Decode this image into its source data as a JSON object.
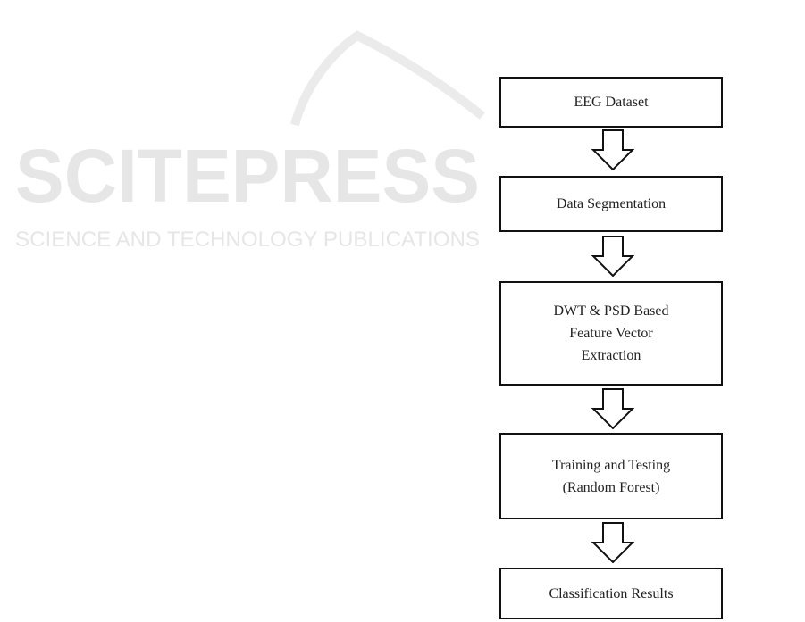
{
  "watermark": {
    "title": "SCITEPRESS",
    "subtitle": "SCIENCE AND TECHNOLOGY PUBLICATIONS"
  },
  "flowchart": {
    "steps": [
      {
        "lines": [
          "EEG Dataset"
        ]
      },
      {
        "lines": [
          "Data Segmentation"
        ]
      },
      {
        "lines": [
          "DWT & PSD Based",
          "Feature Vector",
          "Extraction"
        ]
      },
      {
        "lines": [
          "Training and Testing",
          "(Random Forest)"
        ]
      },
      {
        "lines": [
          "Classification Results"
        ]
      }
    ]
  },
  "colors": {
    "border": "#111111",
    "watermark": "#e4e4e4"
  }
}
